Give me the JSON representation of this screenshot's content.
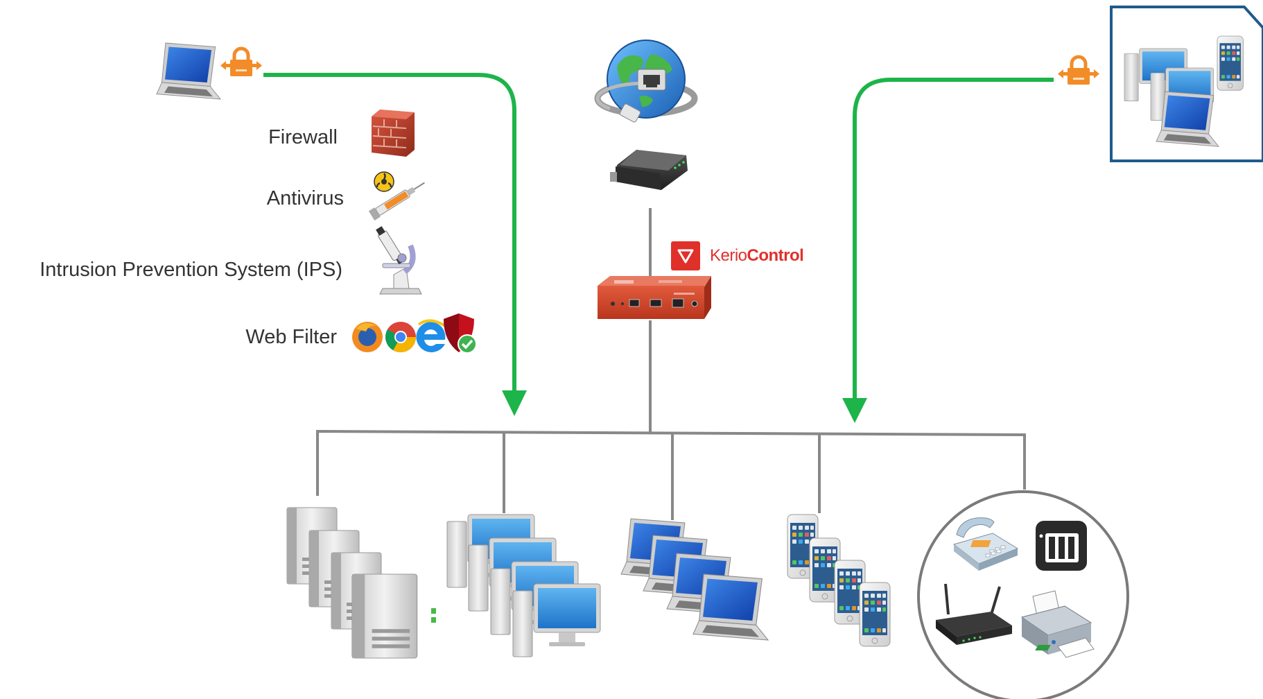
{
  "security_features": [
    {
      "label": "Firewall",
      "icon": "brick-wall-icon"
    },
    {
      "label": "Antivirus",
      "icon": "syringe-biohazard-icon"
    },
    {
      "label": "Intrusion Prevention System (IPS)",
      "icon": "microscope-icon"
    },
    {
      "label": "Web Filter",
      "icon": "browser-shield-icon"
    }
  ],
  "brand": {
    "name_light": "Kerio",
    "name_bold": "Control",
    "color": "#e0302a"
  },
  "colors": {
    "vpn_arrow": "#1db44a",
    "lan_line": "#888888",
    "remote_box_border": "#1f5b8c",
    "vpn_lock": "#f28c28",
    "kerio_red": "#d9452c"
  },
  "nodes": {
    "internet": "globe-network-icon",
    "modem": "modem-icon",
    "gateway": "kerio-control-appliance",
    "remote_user": "laptop-icon",
    "remote_office": "branch-office-group",
    "lan_groups": [
      "servers-icon",
      "desktops-icon",
      "laptops-icon",
      "smartphones-icon",
      "peripherals-group"
    ],
    "peripherals": [
      "desk-phone-icon",
      "nas-icon",
      "wifi-router-icon",
      "printer-icon"
    ]
  }
}
